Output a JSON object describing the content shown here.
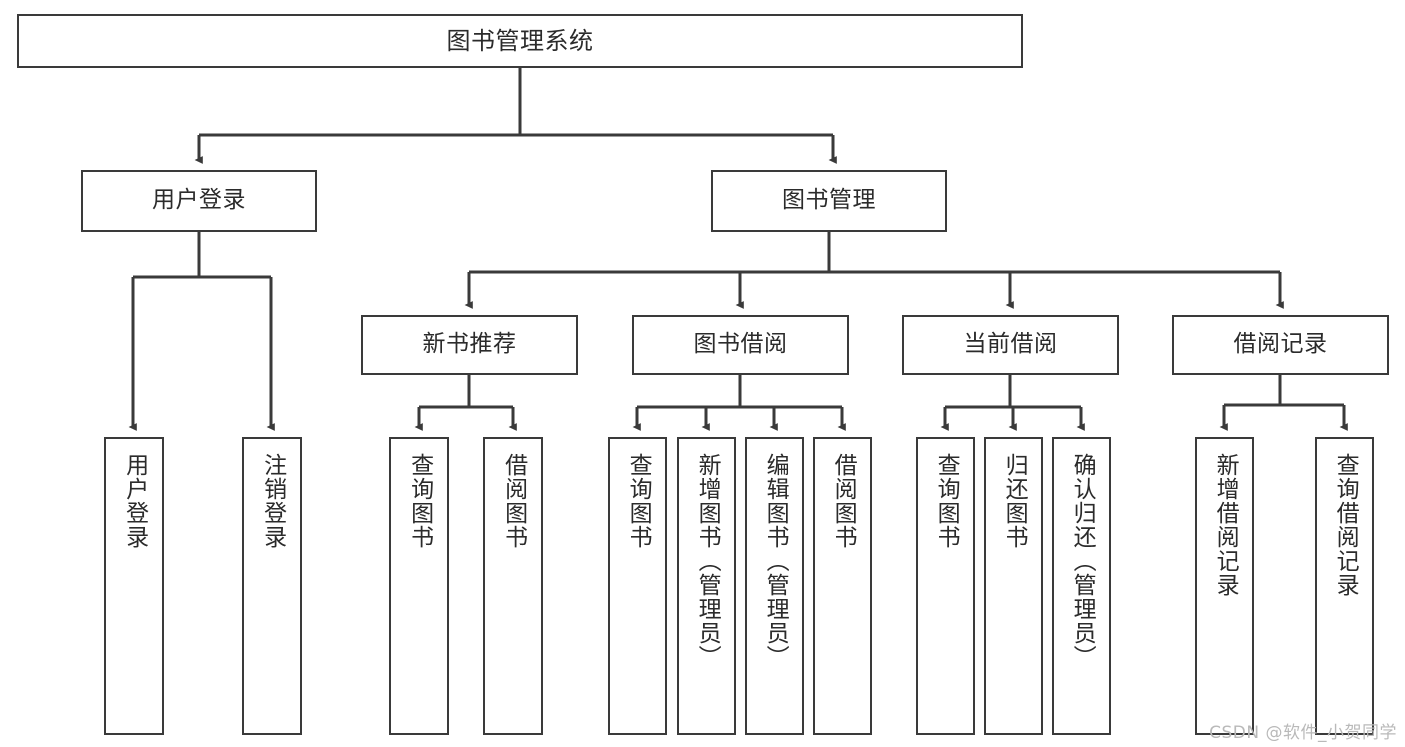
{
  "diagram": {
    "type": "tree-hierarchy",
    "title": "图书管理系统",
    "orientation": "top-down",
    "colors": {
      "box_border": "#3a3a3a",
      "box_fill": "#ffffff",
      "edge": "#3a3a3a",
      "text": "#2b2b2b",
      "watermark": "#b9b9b9"
    },
    "root": {
      "id": "root",
      "label": "图书管理系统"
    },
    "level1": [
      {
        "id": "user-login",
        "label": "用户登录"
      },
      {
        "id": "book-manage",
        "label": "图书管理"
      }
    ],
    "level2": [
      {
        "id": "new-book-recommend",
        "label": "新书推荐",
        "parent": "book-manage"
      },
      {
        "id": "book-borrow",
        "label": "图书借阅",
        "parent": "book-manage"
      },
      {
        "id": "current-borrow",
        "label": "当前借阅",
        "parent": "book-manage"
      },
      {
        "id": "borrow-record",
        "label": "借阅记录",
        "parent": "book-manage"
      }
    ],
    "leaves": {
      "user-login": [
        {
          "id": "leaf-user-login",
          "label": "用户登录"
        },
        {
          "id": "leaf-user-logout",
          "label": "注销登录"
        }
      ],
      "new-book-recommend": [
        {
          "id": "leaf-query-book-1",
          "label": "查询图书"
        },
        {
          "id": "leaf-borrow-book-1",
          "label": "借阅图书"
        }
      ],
      "book-borrow": [
        {
          "id": "leaf-query-book-2",
          "label": "查询图书"
        },
        {
          "id": "leaf-add-book",
          "label": "新增图书（管理员）"
        },
        {
          "id": "leaf-edit-book",
          "label": "编辑图书（管理员）"
        },
        {
          "id": "leaf-borrow-book-2",
          "label": "借阅图书"
        }
      ],
      "current-borrow": [
        {
          "id": "leaf-query-book-3",
          "label": "查询图书"
        },
        {
          "id": "leaf-return-book",
          "label": "归还图书"
        },
        {
          "id": "leaf-confirm-return",
          "label": "确认归还（管理员）"
        }
      ],
      "borrow-record": [
        {
          "id": "leaf-add-record",
          "label": "新增借阅记录"
        },
        {
          "id": "leaf-query-record",
          "label": "查询借阅记录"
        }
      ]
    }
  },
  "watermark": {
    "text": "CSDN @软件_小贺同学"
  }
}
